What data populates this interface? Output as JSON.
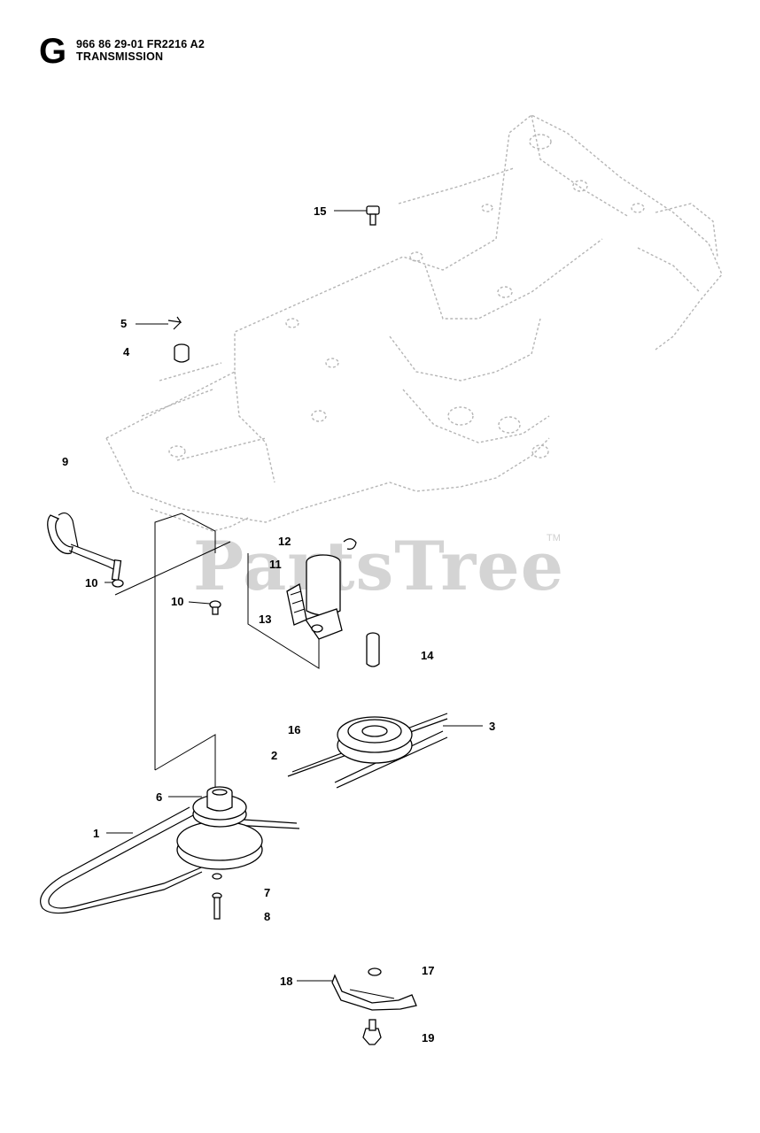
{
  "header": {
    "section_letter": "G",
    "part_code": "966 86 29-01 FR2216 A2",
    "title": "TRANSMISSION"
  },
  "watermark": {
    "text": "PartsTree",
    "trademark": "TM"
  },
  "callouts": {
    "c1": "1",
    "c2": "2",
    "c3": "3",
    "c4": "4",
    "c5": "5",
    "c6": "6",
    "c7": "7",
    "c8": "8",
    "c9": "9",
    "c10a": "10",
    "c10b": "10",
    "c11": "11",
    "c12": "12",
    "c13": "13",
    "c14": "14",
    "c15": "15",
    "c16": "16",
    "c17": "17",
    "c18": "18",
    "c19": "19"
  }
}
